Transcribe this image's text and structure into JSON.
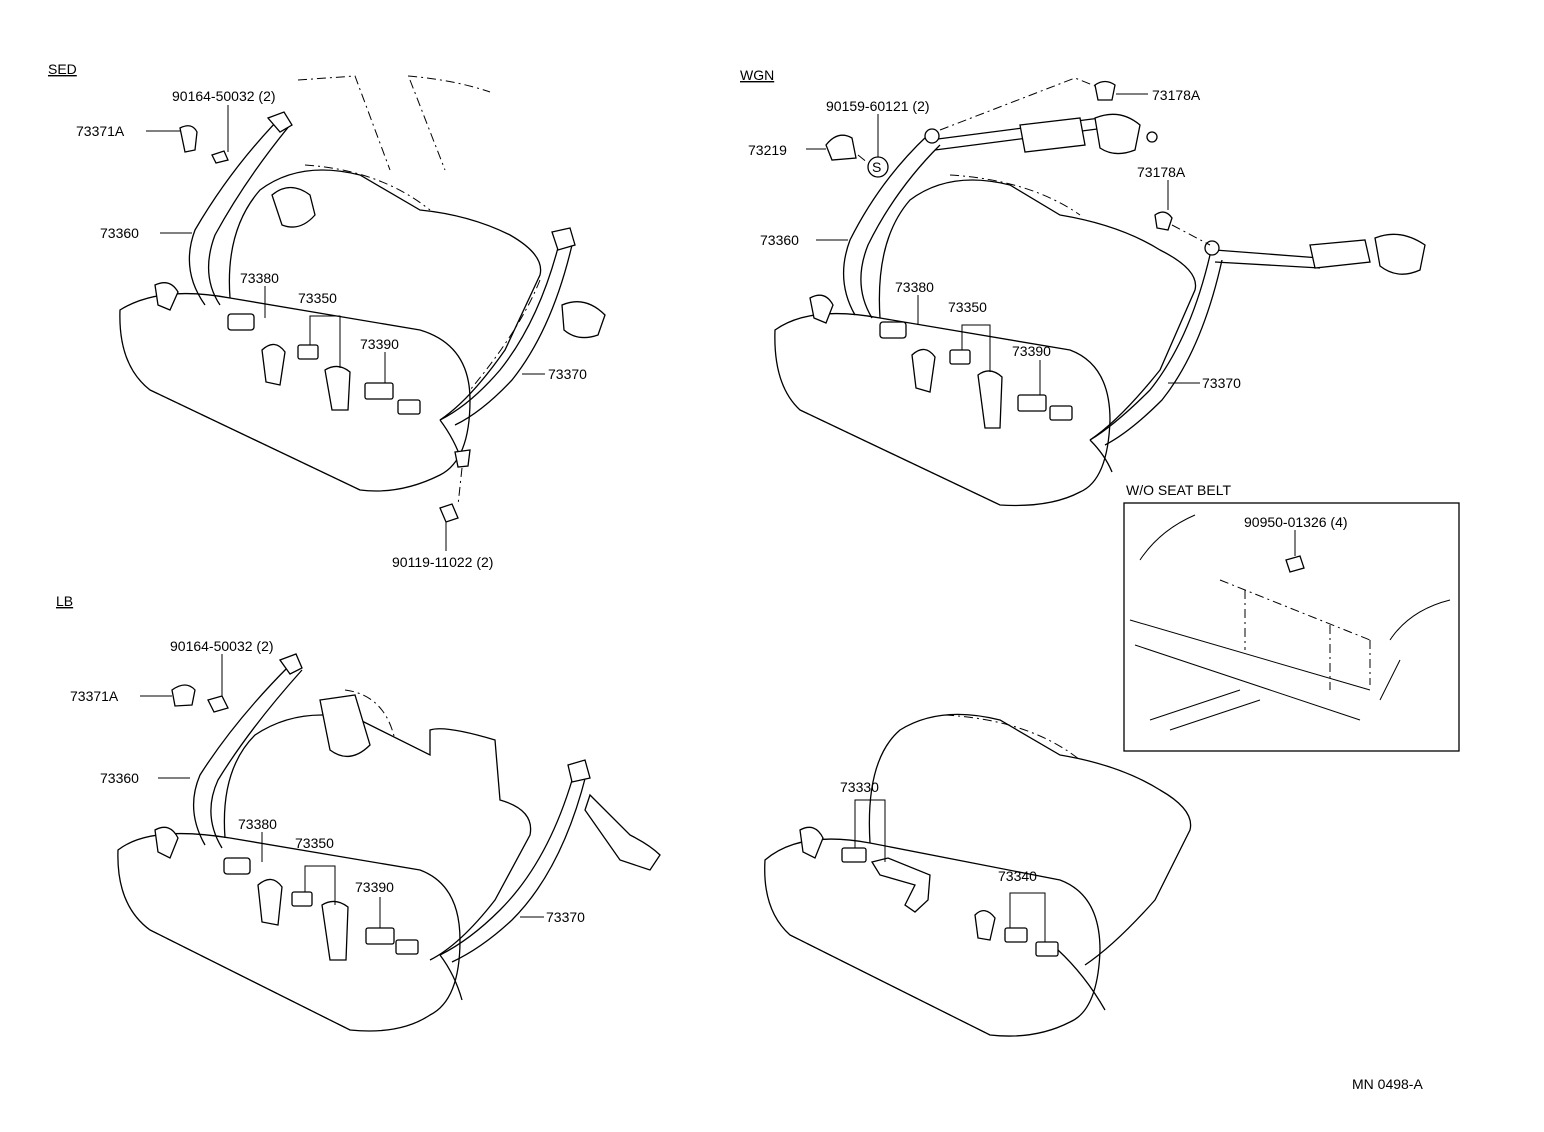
{
  "sections": {
    "sed": "SED",
    "wgn": "WGN",
    "lb": "LB",
    "wo_seat_belt": "W/O SEAT BELT"
  },
  "sed_labels": {
    "bolt_top": "90164-50032 (2)",
    "cover": "73371A",
    "belt_left": "73360",
    "buckle_a": "73380",
    "buckle_b": "73350",
    "buckle_c": "73390",
    "belt_right": "73370",
    "bolt_bottom": "90119-11022 (2)"
  },
  "wgn_labels": {
    "clip_top": "73178A",
    "bolt_top": "90159-60121 (2)",
    "cover": "73219",
    "clip_right": "73178A",
    "belt_left": "73360",
    "buckle_a": "73380",
    "buckle_b": "73350",
    "buckle_c": "73390",
    "belt_right": "73370"
  },
  "wgn_bolt_marker": "S",
  "inset_labels": {
    "bolt": "90950-01326 (4)"
  },
  "lb_labels": {
    "bolt_top": "90164-50032 (2)",
    "cover": "73371A",
    "belt_left": "73360",
    "buckle_a": "73380",
    "buckle_b": "73350",
    "buckle_c": "73390",
    "belt_right": "73370"
  },
  "wo_belt_labels": {
    "lap_a": "73330",
    "lap_b": "73340"
  },
  "figure_code": "MN 0498-A"
}
